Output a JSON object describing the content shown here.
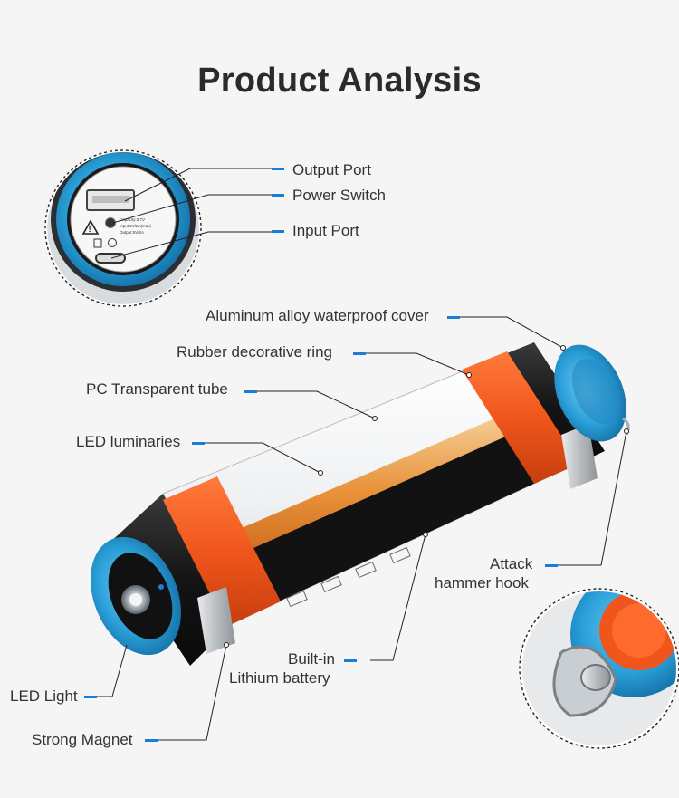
{
  "title": "Product Analysis",
  "colors": {
    "accent": "#1a7fd4",
    "aluminum_blue": "#2a9fd8",
    "rubber_orange": "#f0561c",
    "body_black": "#1c1c1c",
    "background": "#f5f5f5"
  },
  "labels": {
    "output_port": "Output Port",
    "power_switch": "Power Switch",
    "input_port": "Input Port",
    "aluminum_cover": "Aluminum alloy waterproof cover",
    "rubber_ring": "Rubber decorative ring",
    "pc_tube": "PC Transparent tube",
    "led_luminaries": "LED luminaries",
    "attack_hook_line1": "Attack",
    "attack_hook_line2": "hammer hook",
    "battery_line1": "Built-in",
    "battery_line2": "Lithium battery",
    "led_light": "LED Light",
    "strong_magnet": "Strong Magnet"
  },
  "port_panel_text": [
    "Capacity:3.7V",
    "Input:5V/2A(max)",
    "Output:5V/2A"
  ]
}
